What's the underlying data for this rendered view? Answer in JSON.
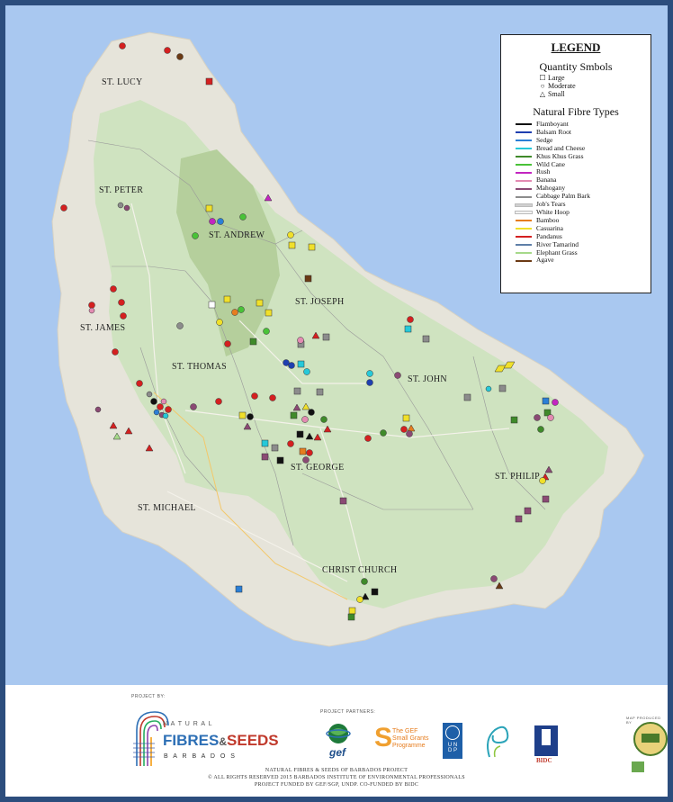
{
  "legend": {
    "title": "LEGEND",
    "quantity_title": "Quantity Smbols",
    "quantity_items": [
      {
        "symbol": "square-icon",
        "glyph": "☐",
        "label": "Large"
      },
      {
        "symbol": "circle-icon",
        "glyph": "○",
        "label": "Moderate"
      },
      {
        "symbol": "triangle-icon",
        "glyph": "△",
        "label": "Small"
      }
    ],
    "fibre_title": "Natural Fibre Types",
    "fibre_items": [
      {
        "label": "Flamboyant",
        "color": "#111111"
      },
      {
        "label": "Balsam Root",
        "color": "#1f3fb0"
      },
      {
        "label": "Sedge",
        "color": "#2b7fd6"
      },
      {
        "label": "Bread and Cheese",
        "color": "#26c9d9"
      },
      {
        "label": "Khus Khus Grass",
        "color": "#3f8a2a"
      },
      {
        "label": "Wild Cane",
        "color": "#49c238"
      },
      {
        "label": "Rush",
        "color": "#c325c0"
      },
      {
        "label": "Banana",
        "color": "#e38bb2"
      },
      {
        "label": "Mahogany",
        "color": "#8b4a74"
      },
      {
        "label": "Cabbage Palm Bark",
        "color": "#8c8c8c"
      },
      {
        "label": "Job's Tears",
        "color": "#d0d0d0"
      },
      {
        "label": "White Hoop",
        "color": "#f2f2f2"
      },
      {
        "label": "Bamboo",
        "color": "#e67d1f"
      },
      {
        "label": "Casuarina",
        "color": "#f0e02a"
      },
      {
        "label": "Pandanus",
        "color": "#d42020"
      },
      {
        "label": "River Tamarind",
        "color": "#5f7fa8"
      },
      {
        "label": "Elephant Grass",
        "color": "#a6d98a"
      },
      {
        "label": "Agave",
        "color": "#6b3a14"
      }
    ]
  },
  "parishes": [
    "ST. LUCY",
    "ST. PETER",
    "ST. ANDREW",
    "ST. JOSEPH",
    "ST. JAMES",
    "ST. THOMAS",
    "ST. JOHN",
    "ST. GEORGE",
    "ST. PHILIP",
    "ST. MICHAEL",
    "CHRIST CHURCH"
  ],
  "bottom": {
    "project_by": "PROJECT BY:",
    "project_partners": "PROJECT PARTNERS:",
    "map_produced_by": "MAP PRODUCED BY",
    "logo_natural": "N A T U R A L",
    "logo_fibres": "FIBRES",
    "logo_amp": "&",
    "logo_seeds": "SEEDS",
    "logo_barbados": "B A R B A D O S",
    "gef": "gef",
    "sgp_line1": "The GEF",
    "sgp_line2": "Small Grants",
    "sgp_line3": "Programme",
    "undp": "U N D P",
    "bidc": "BIDC",
    "footer_line1": "NATURAL FIBRES & SEEDS OF BARBADOS PROJECT",
    "footer_line2": "© ALL RIGHTS RESERVED 2015 BARBADOS INSTITUTE OF ENVIRONMENTAL PROFESSIONALS",
    "footer_line3": "PROJECT FUNDED BY GEF/SGP, UNDP. CO-FUNDED BY BIDC"
  }
}
